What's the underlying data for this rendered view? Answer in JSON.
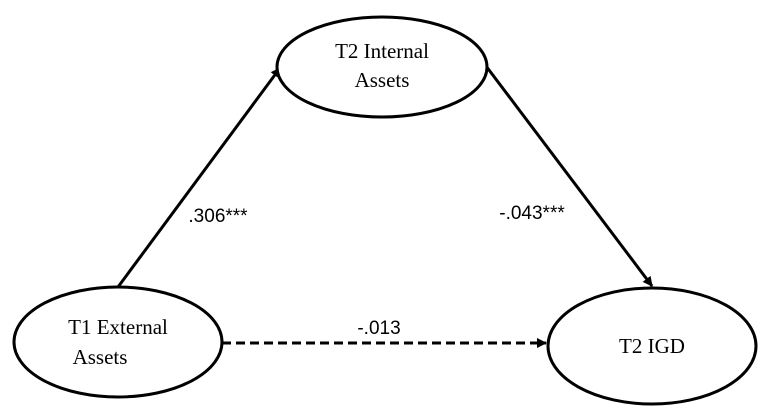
{
  "nodes": {
    "t2_internal": {
      "line1": "T2 Internal",
      "line2": "Assets"
    },
    "t1_external": {
      "line1": "T1 External",
      "line2": "Assets"
    },
    "t2_igd": {
      "line1": "T2 IGD"
    }
  },
  "edges": {
    "external_to_internal": {
      "label": ".306***",
      "style": "solid"
    },
    "internal_to_igd": {
      "label": "-.043***",
      "style": "solid"
    },
    "external_to_igd": {
      "label": "-.013",
      "style": "dashed"
    }
  },
  "colors": {
    "stroke": "#000000",
    "background": "#ffffff"
  }
}
